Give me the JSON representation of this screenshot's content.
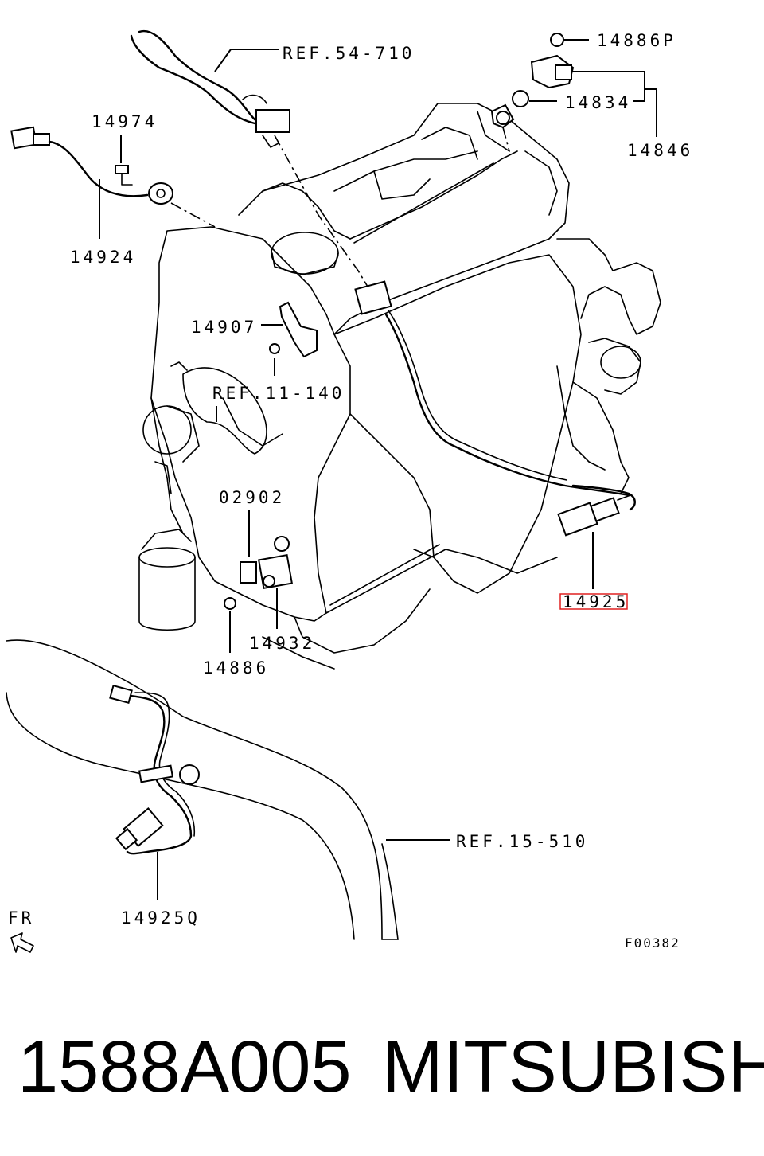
{
  "diagram": {
    "labels": {
      "ref_54_710": "REF.54-710",
      "p14886P": "14886P",
      "p14834": "14834",
      "p14846": "14846",
      "p14974": "14974",
      "p14924": "14924",
      "p14907": "14907",
      "ref_11_140": "REF.11-140",
      "p02902": "02902",
      "p14932": "14932",
      "p14886": "14886",
      "p14925": "14925",
      "ref_15_510": "REF.15-510",
      "p14925Q": "14925Q",
      "fr": "FR",
      "figure_code": "F00382"
    },
    "highlight_color": "#e02020"
  },
  "caption": {
    "part_number": "1588A005",
    "brand": "MITSUBISHI"
  }
}
